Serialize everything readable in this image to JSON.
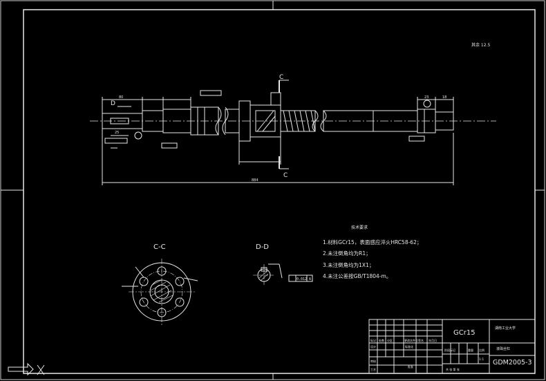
{
  "drawing": {
    "roughness_label": "其余 12.5",
    "section_c_label": "C",
    "section_d_label": "D",
    "view_cc_title": "C-C",
    "view_dd_title": "D-D",
    "tech_req_heading": "技术要求",
    "tech_notes": [
      "1.材料GCr15，表面感应淬火HRC58-62；",
      "2.未注倒角均为R1；",
      "3.未注倒角均为1X1；",
      "4.未注公差按GB/T1804-m。"
    ],
    "dimensions": {
      "total_length": "884",
      "left_len": "80",
      "left_len2": "25",
      "right_len_a": "23",
      "right_len_b": "18",
      "tol_datum": "0.012 A"
    }
  },
  "title_block": {
    "material": "GCr15",
    "drawing_no": "GDM2005-3",
    "part_name": "滚珠丝杠",
    "company": "湖南工业大学",
    "row_labels": [
      "标记",
      "处数",
      "分区",
      "更改文件号",
      "签名",
      "年月日"
    ],
    "row_labels2": [
      "设计",
      "标准化",
      "审核",
      "工艺",
      "批准"
    ],
    "stage_label": "阶段标记",
    "weight_label": "重量",
    "scale_label": "比例",
    "scale_value": "1:1",
    "sheet_label": "共 张 第 张"
  },
  "colors": {
    "background": "#000000",
    "lines": "#e8e8e8"
  }
}
